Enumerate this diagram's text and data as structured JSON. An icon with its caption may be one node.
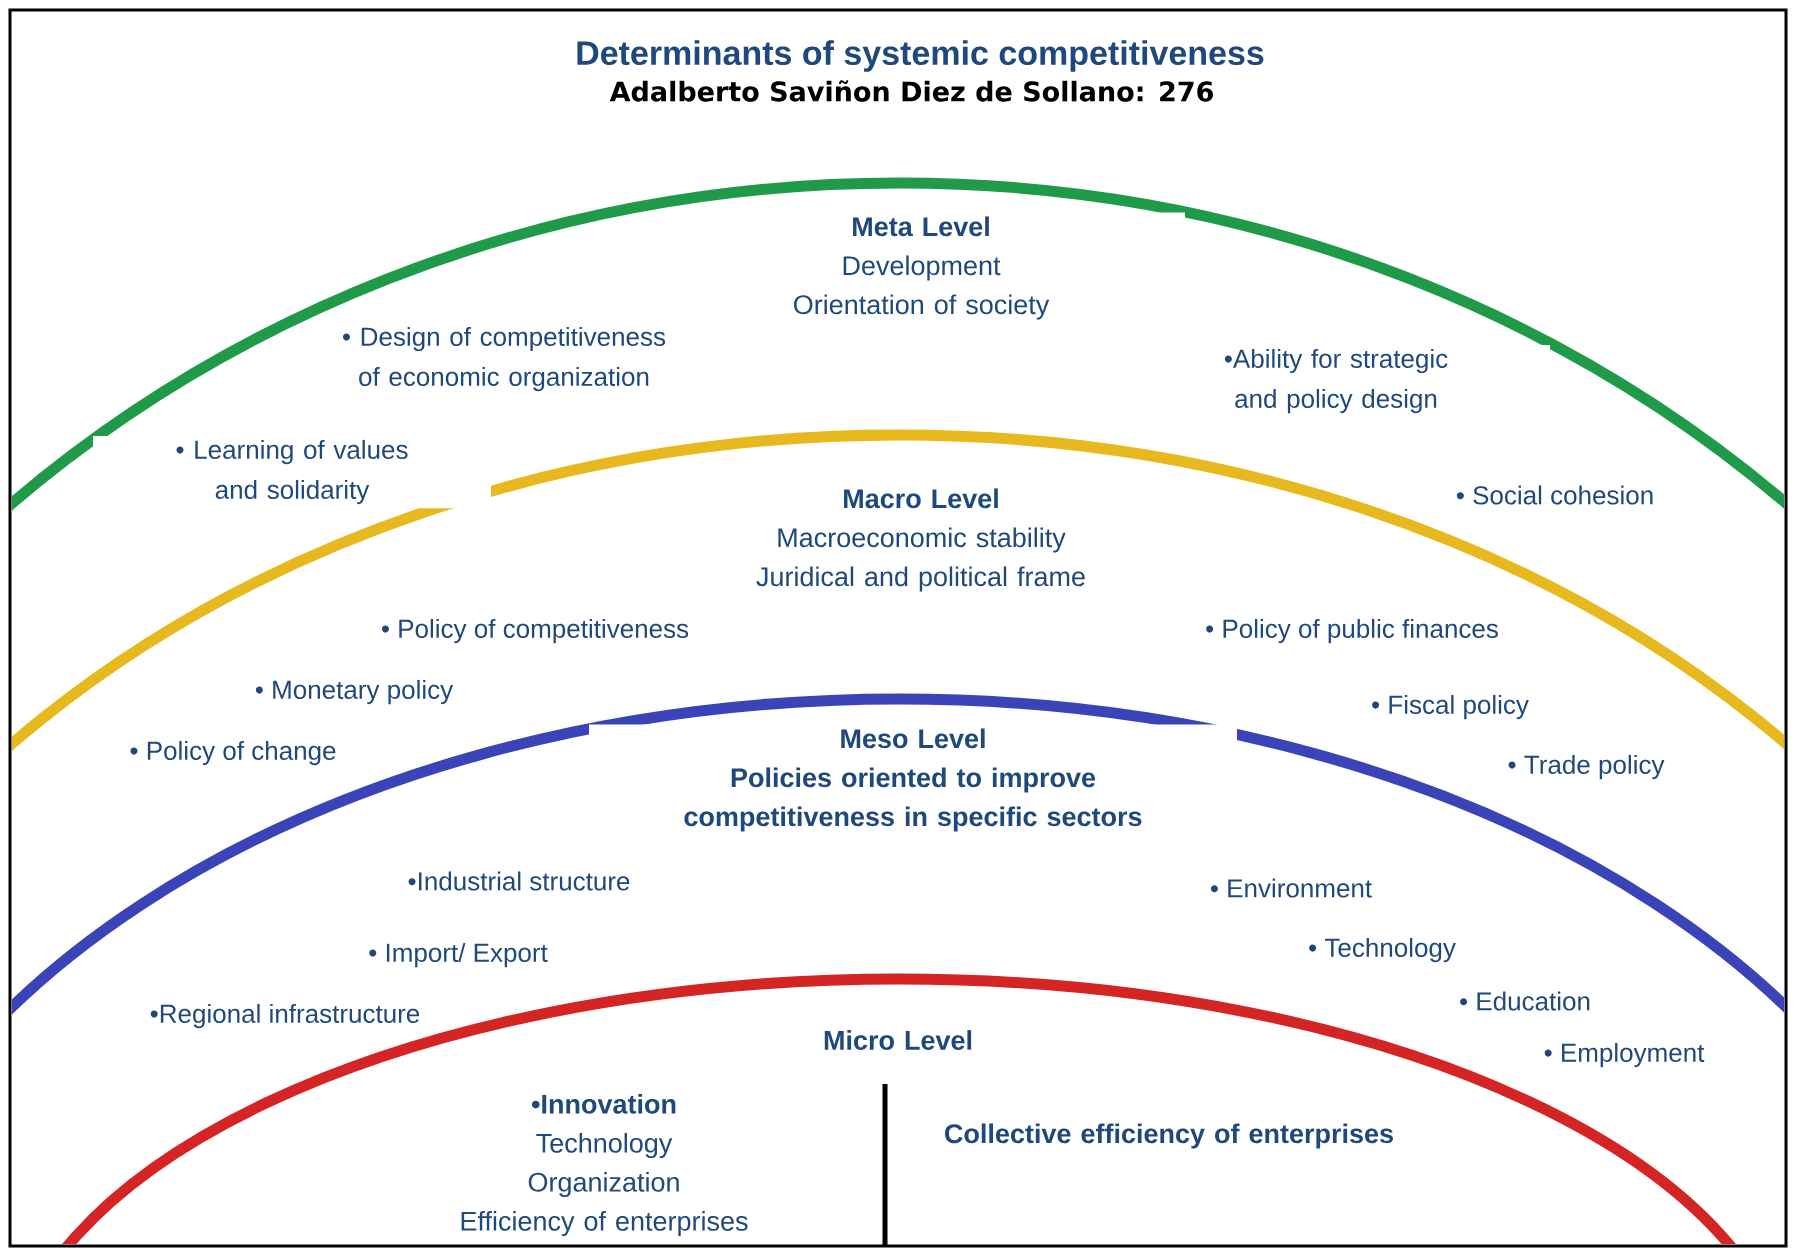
{
  "diagram": {
    "title": "Determinants of systemic competitiveness",
    "nodes": [
      {
        "text": [
          "Meta Level",
          "Development",
          "Orientation of society"
        ]
      },
      {
        "text": [
          "Macro Level",
          "Macroeconomic stability",
          "Juridical and political frame"
        ]
      },
      {
        "text": [
          "Meso Level",
          "Policies oriented to improve competitiveness in specific sectors"
        ]
      },
      {
        "text": [
          "Micro Level"
        ]
      },
      {
        "text": [
          "•Innovation",
          "Technology",
          "Organization",
          "Efficiency of enterprises"
        ]
      },
      {
        "text": [
          "Collective efficiency of enterprises"
        ]
      }
    ],
    "labels": [
      "Adalberto Saviñon Diez de Sollano: 276",
      "• Design of competitiveness of economic organization",
      "•Ability for strategic and policy design",
      "• Learning of values and solidarity",
      "• Social cohesion",
      "• Policy of competitiveness",
      "• Policy of public finances",
      "• Monetary policy",
      "• Fiscal policy",
      "• Policy of change",
      "• Trade policy",
      "•Industrial structure",
      "• Environment",
      "• Import/ Export",
      "• Technology",
      "•Regional infrastructure",
      "• Education",
      "• Employment"
    ]
  }
}
